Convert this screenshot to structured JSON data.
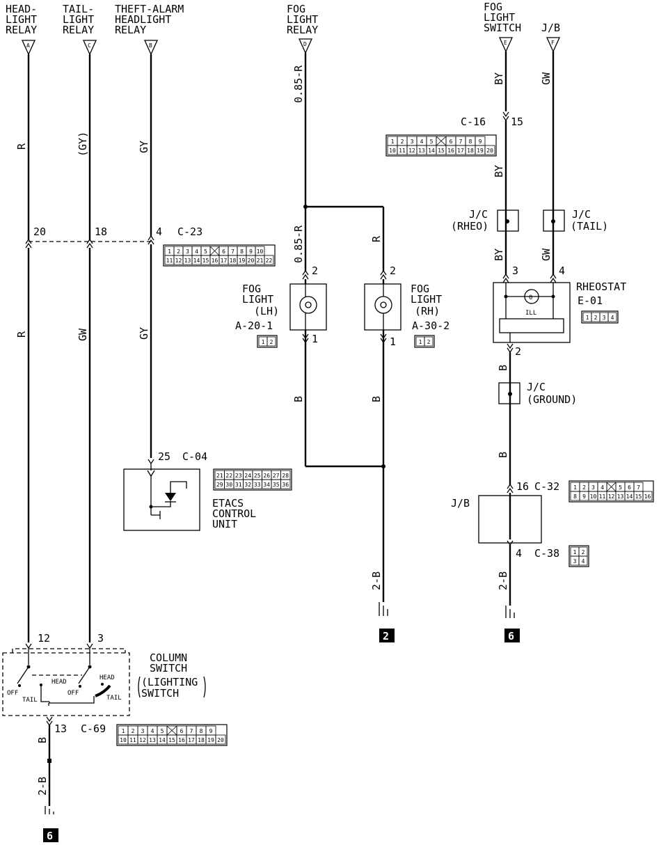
{
  "sources": {
    "A": {
      "letter": "A",
      "lines": [
        "HEAD-",
        "LIGHT",
        "RELAY"
      ]
    },
    "C": {
      "letter": "C",
      "lines": [
        "TAIL-",
        "LIGHT",
        "RELAY"
      ]
    },
    "B": {
      "letter": "B",
      "lines": [
        "THEFT-ALARM",
        "HEADLIGHT",
        "RELAY"
      ]
    },
    "D": {
      "letter": "D",
      "lines": [
        "FOG",
        "LIGHT",
        "RELAY"
      ]
    },
    "E": {
      "letter": "E",
      "lines": [
        "FOG",
        "LIGHT",
        "SWITCH"
      ]
    },
    "F": {
      "letter": "F",
      "lines": [
        "J/B"
      ]
    }
  },
  "wire_colors": {
    "a_top": "R",
    "c_top": "(GY)",
    "b_top": "GY",
    "a_mid": "R",
    "c_mid": "GW",
    "b_mid": "GY",
    "d_top": "0.85-R",
    "d_mid": "0.85-R",
    "rh_feed": "R",
    "lh_ground": "B",
    "rh_ground": "B",
    "fog_ground": "2-B",
    "e_top": "BY",
    "e_mid": "BY",
    "e_bot": "BY",
    "f_top": "GW",
    "f_bot": "GW",
    "rheo_out": "B",
    "rheo_ground": "B",
    "jb_ground": "2-B",
    "col_out": "B",
    "col_ground": "2-B"
  },
  "pins": {
    "a_c23": "20",
    "c_c23": "18",
    "b_c23": "4",
    "b_c04": "25",
    "fog_lh_in": "2",
    "fog_lh_out": "1",
    "fog_rh_in": "2",
    "fog_rh_out": "1",
    "e_c16": "15",
    "rheo_in_e": "3",
    "rheo_in_f": "4",
    "rheo_out": "2",
    "jb_in": "16",
    "jb_out": "4",
    "col_a": "12",
    "col_c": "3",
    "col_out": "13"
  },
  "connectors": {
    "c23": {
      "id": "C-23",
      "row1": [
        "1",
        "2",
        "3",
        "4",
        "5",
        "",
        "6",
        "7",
        "8",
        "9",
        "10"
      ],
      "row2": [
        "11",
        "12",
        "13",
        "14",
        "15",
        "16",
        "17",
        "18",
        "19",
        "20",
        "21",
        "22"
      ]
    },
    "c04": {
      "id": "C-04",
      "row1": [
        "21",
        "22",
        "23",
        "24",
        "25",
        "26",
        "27",
        "28"
      ],
      "row2": [
        "29",
        "30",
        "31",
        "32",
        "33",
        "34",
        "35",
        "36"
      ]
    },
    "c16": {
      "id": "C-16",
      "row1": [
        "1",
        "2",
        "3",
        "4",
        "5",
        "",
        "6",
        "7",
        "8",
        "9"
      ],
      "row2": [
        "10",
        "11",
        "12",
        "13",
        "14",
        "15",
        "16",
        "17",
        "18",
        "19",
        "20"
      ]
    },
    "a20": {
      "id": "A-20-1",
      "cells": [
        "1",
        "2"
      ]
    },
    "a30": {
      "id": "A-30-2",
      "cells": [
        "1",
        "2"
      ]
    },
    "e01": {
      "id": "E-01",
      "cells": [
        "1",
        "2",
        "3",
        "4"
      ]
    },
    "c32": {
      "id": "C-32",
      "row1": [
        "1",
        "2",
        "3",
        "4",
        "",
        "5",
        "6",
        "7"
      ],
      "row2": [
        "8",
        "9",
        "10",
        "11",
        "12",
        "13",
        "14",
        "15",
        "16"
      ]
    },
    "c38": {
      "id": "C-38",
      "row1": [
        "1",
        "2"
      ],
      "row2": [
        "3",
        "4"
      ]
    },
    "c69": {
      "id": "C-69",
      "row1": [
        "1",
        "2",
        "3",
        "4",
        "5",
        "",
        "6",
        "7",
        "8",
        "9"
      ],
      "row2": [
        "10",
        "11",
        "12",
        "13",
        "14",
        "15",
        "16",
        "17",
        "18",
        "19",
        "20"
      ]
    }
  },
  "components": {
    "fog_lh": {
      "lines": [
        "FOG",
        "LIGHT",
        "(LH)"
      ]
    },
    "fog_rh": {
      "lines": [
        "FOG",
        "LIGHT",
        "(RH)"
      ]
    },
    "jc_rheo": {
      "lines": [
        "J/C",
        "(RHEO)"
      ]
    },
    "jc_tail": {
      "lines": [
        "J/C",
        "(TAIL)"
      ]
    },
    "jc_ground": {
      "lines": [
        "J/C",
        "(GROUND)"
      ]
    },
    "rheostat": {
      "title": "RHEOSTAT",
      "ill": "ILL"
    },
    "etacs": {
      "lines": [
        "ETACS",
        "CONTROL",
        "UNIT"
      ]
    },
    "jb": {
      "label": "J/B"
    },
    "column_switch": {
      "lines": [
        "COLUMN",
        "SWITCH",
        "(LIGHTING",
        "SWITCH"
      ],
      "left": {
        "head": "HEAD",
        "off": "OFF",
        "tail": "TAIL"
      },
      "right": {
        "head": "HEAD",
        "off": "OFF",
        "tail": "TAIL"
      }
    }
  },
  "grounds": {
    "fog": "2",
    "rheo": "6",
    "column": "6"
  }
}
